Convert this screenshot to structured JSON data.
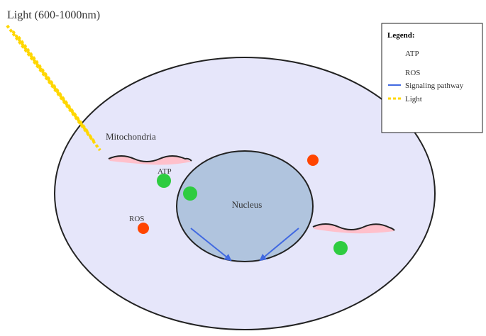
{
  "labels": {
    "light": "Light (600-1000nm)",
    "mitochondria": "Mitochondria",
    "nucleus": "Nucleus",
    "atp": "ATP",
    "ros": "ROS"
  },
  "legend": {
    "title": "Legend:",
    "items": [
      {
        "key": "atp",
        "label": "ATP"
      },
      {
        "key": "ros",
        "label": "ROS"
      },
      {
        "key": "signaling",
        "label": "Signaling pathway"
      },
      {
        "key": "light",
        "label": "Light"
      }
    ]
  },
  "colors": {
    "cell_fill": "#e6e6fa",
    "cell_stroke": "#222222",
    "nucleus_fill": "#b0c4de",
    "nucleus_stroke": "#222222",
    "atp": "#2ecc40",
    "ros": "#ff4500",
    "signaling": "#4169e1",
    "light": "#ffd700",
    "mitochondria_fill": "#ffc0cb",
    "mitochondria_stroke": "#222222"
  }
}
